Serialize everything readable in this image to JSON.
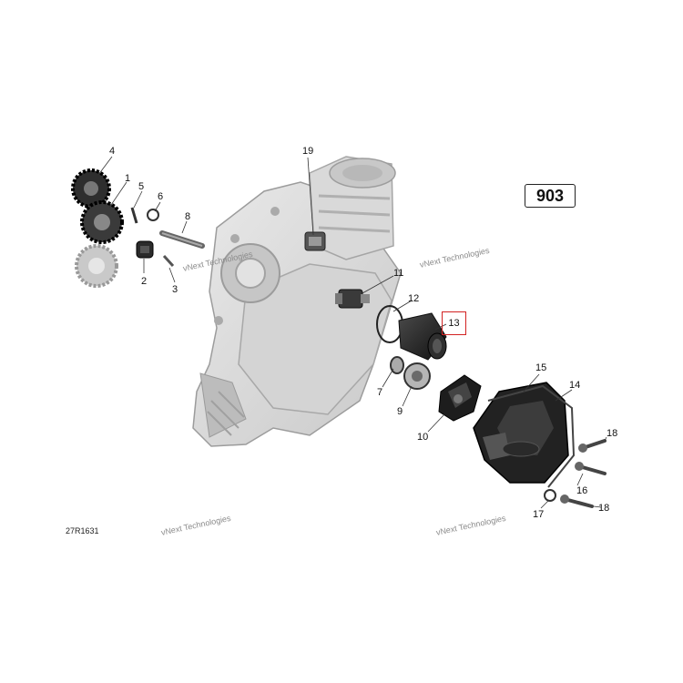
{
  "page_number": "903",
  "reference_code": "27R1631",
  "highlighted_callout": "13",
  "highlight_color": "#d22222",
  "watermark_text": "vNext Technologies",
  "callouts": [
    "1",
    "2",
    "3",
    "4",
    "5",
    "6",
    "7",
    "8",
    "9",
    "10",
    "11",
    "12",
    "13",
    "14",
    "15",
    "16",
    "17",
    "18",
    "18",
    "19"
  ]
}
